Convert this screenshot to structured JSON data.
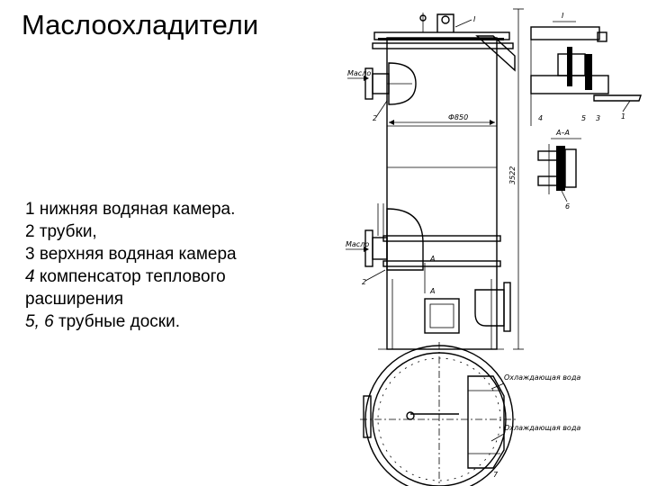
{
  "title": "Маслоохладители",
  "legend": [
    {
      "num": "1",
      "text": "нижняя водяная камера."
    },
    {
      "num": "2",
      "text": "трубки,"
    },
    {
      "num": "3",
      "text": "верхняя водяная камера"
    },
    {
      "num": "4",
      "text": "компенсатор теплового"
    },
    {
      "num": "",
      "text": "расширения"
    },
    {
      "num": "5,  6",
      "text": "трубные доски."
    }
  ],
  "drawing": {
    "label_oil_in": "Масло",
    "label_oil_out": "Масло",
    "diameter": "Ф850",
    "height": "3522",
    "section_a": "А–А",
    "section_mark_a": "А",
    "view_1": "I",
    "cooling_water_in": "Охлаждающая вода",
    "cooling_water_out": "Охлаждающая вода",
    "callouts": [
      "1",
      "2",
      "3",
      "4",
      "5",
      "6",
      "7"
    ]
  }
}
